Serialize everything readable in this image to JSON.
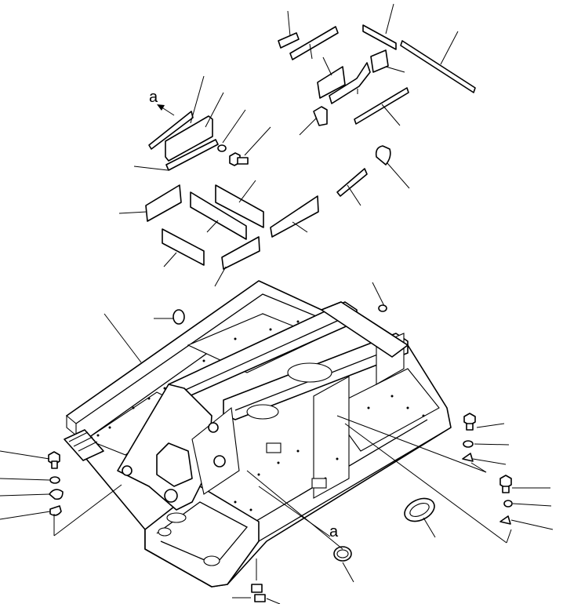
{
  "diagram": {
    "callouts": [
      {
        "id": "callout-a-top",
        "label": "a"
      },
      {
        "id": "callout-a-bottom",
        "label": "a"
      }
    ]
  }
}
